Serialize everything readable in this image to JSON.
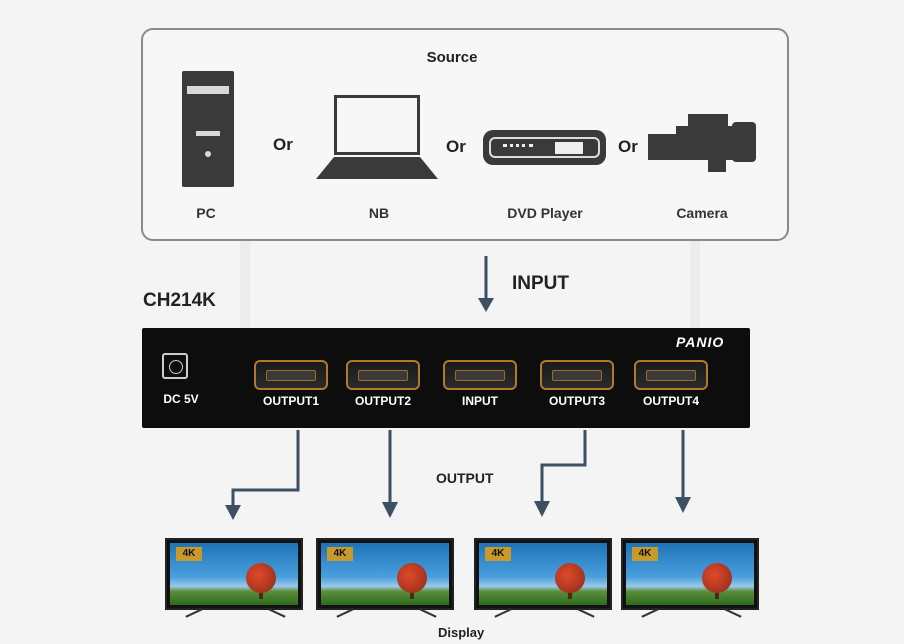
{
  "source": {
    "title": "Source",
    "or": "Or",
    "items": [
      {
        "label": "PC",
        "icon": "desktop-tower-icon"
      },
      {
        "label": "NB",
        "icon": "laptop-icon"
      },
      {
        "label": "DVD Player",
        "icon": "dvd-player-icon"
      },
      {
        "label": "Camera",
        "icon": "video-camera-icon"
      }
    ]
  },
  "input_label": "INPUT",
  "model": "CH214K",
  "device": {
    "brand": "PANIO",
    "power": "DC 5V",
    "ports": [
      "OUTPUT1",
      "OUTPUT2",
      "INPUT",
      "OUTPUT3",
      "OUTPUT4"
    ]
  },
  "output_label": "OUTPUT",
  "display": {
    "label": "Display",
    "badge": "4K",
    "count": 4
  },
  "colors": {
    "port_border": "#b07a2a",
    "device_body": "#0d0d0d",
    "arrow": "#3d4f63"
  }
}
